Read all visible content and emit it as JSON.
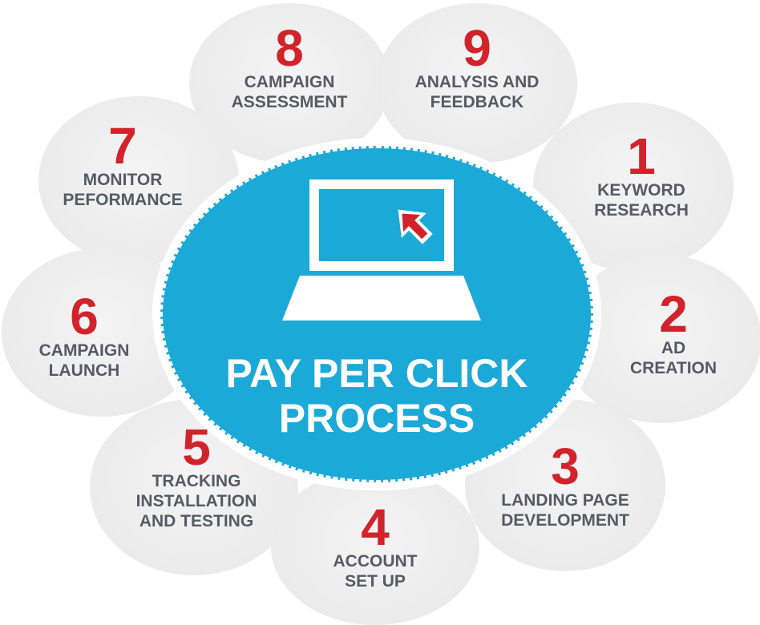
{
  "title": {
    "line1": "PAY PER CLICK",
    "line2": "PROCESS"
  },
  "steps": [
    {
      "number": "1",
      "lines": [
        "KEYWORD",
        "RESEARCH"
      ]
    },
    {
      "number": "2",
      "lines": [
        "AD",
        "CREATION"
      ]
    },
    {
      "number": "3",
      "lines": [
        "LANDING PAGE",
        "DEVELOPMENT"
      ]
    },
    {
      "number": "4",
      "lines": [
        "ACCOUNT",
        "SET UP"
      ]
    },
    {
      "number": "5",
      "lines": [
        "TRACKING",
        "INSTALLATION",
        "AND TESTING"
      ]
    },
    {
      "number": "6",
      "lines": [
        "CAMPAIGN",
        "LAUNCH"
      ]
    },
    {
      "number": "7",
      "lines": [
        "MONITOR",
        "PEFORMANCE"
      ]
    },
    {
      "number": "8",
      "lines": [
        "CAMPAIGN",
        "ASSESSMENT"
      ]
    },
    {
      "number": "9",
      "lines": [
        "ANALYSIS AND",
        "FEEDBACK"
      ]
    }
  ],
  "colors": {
    "center": "#1ba9d8",
    "number": "#d2232a",
    "label": "#555b63",
    "petal": "#ebebeb"
  },
  "icon": "laptop-with-cursor-icon"
}
